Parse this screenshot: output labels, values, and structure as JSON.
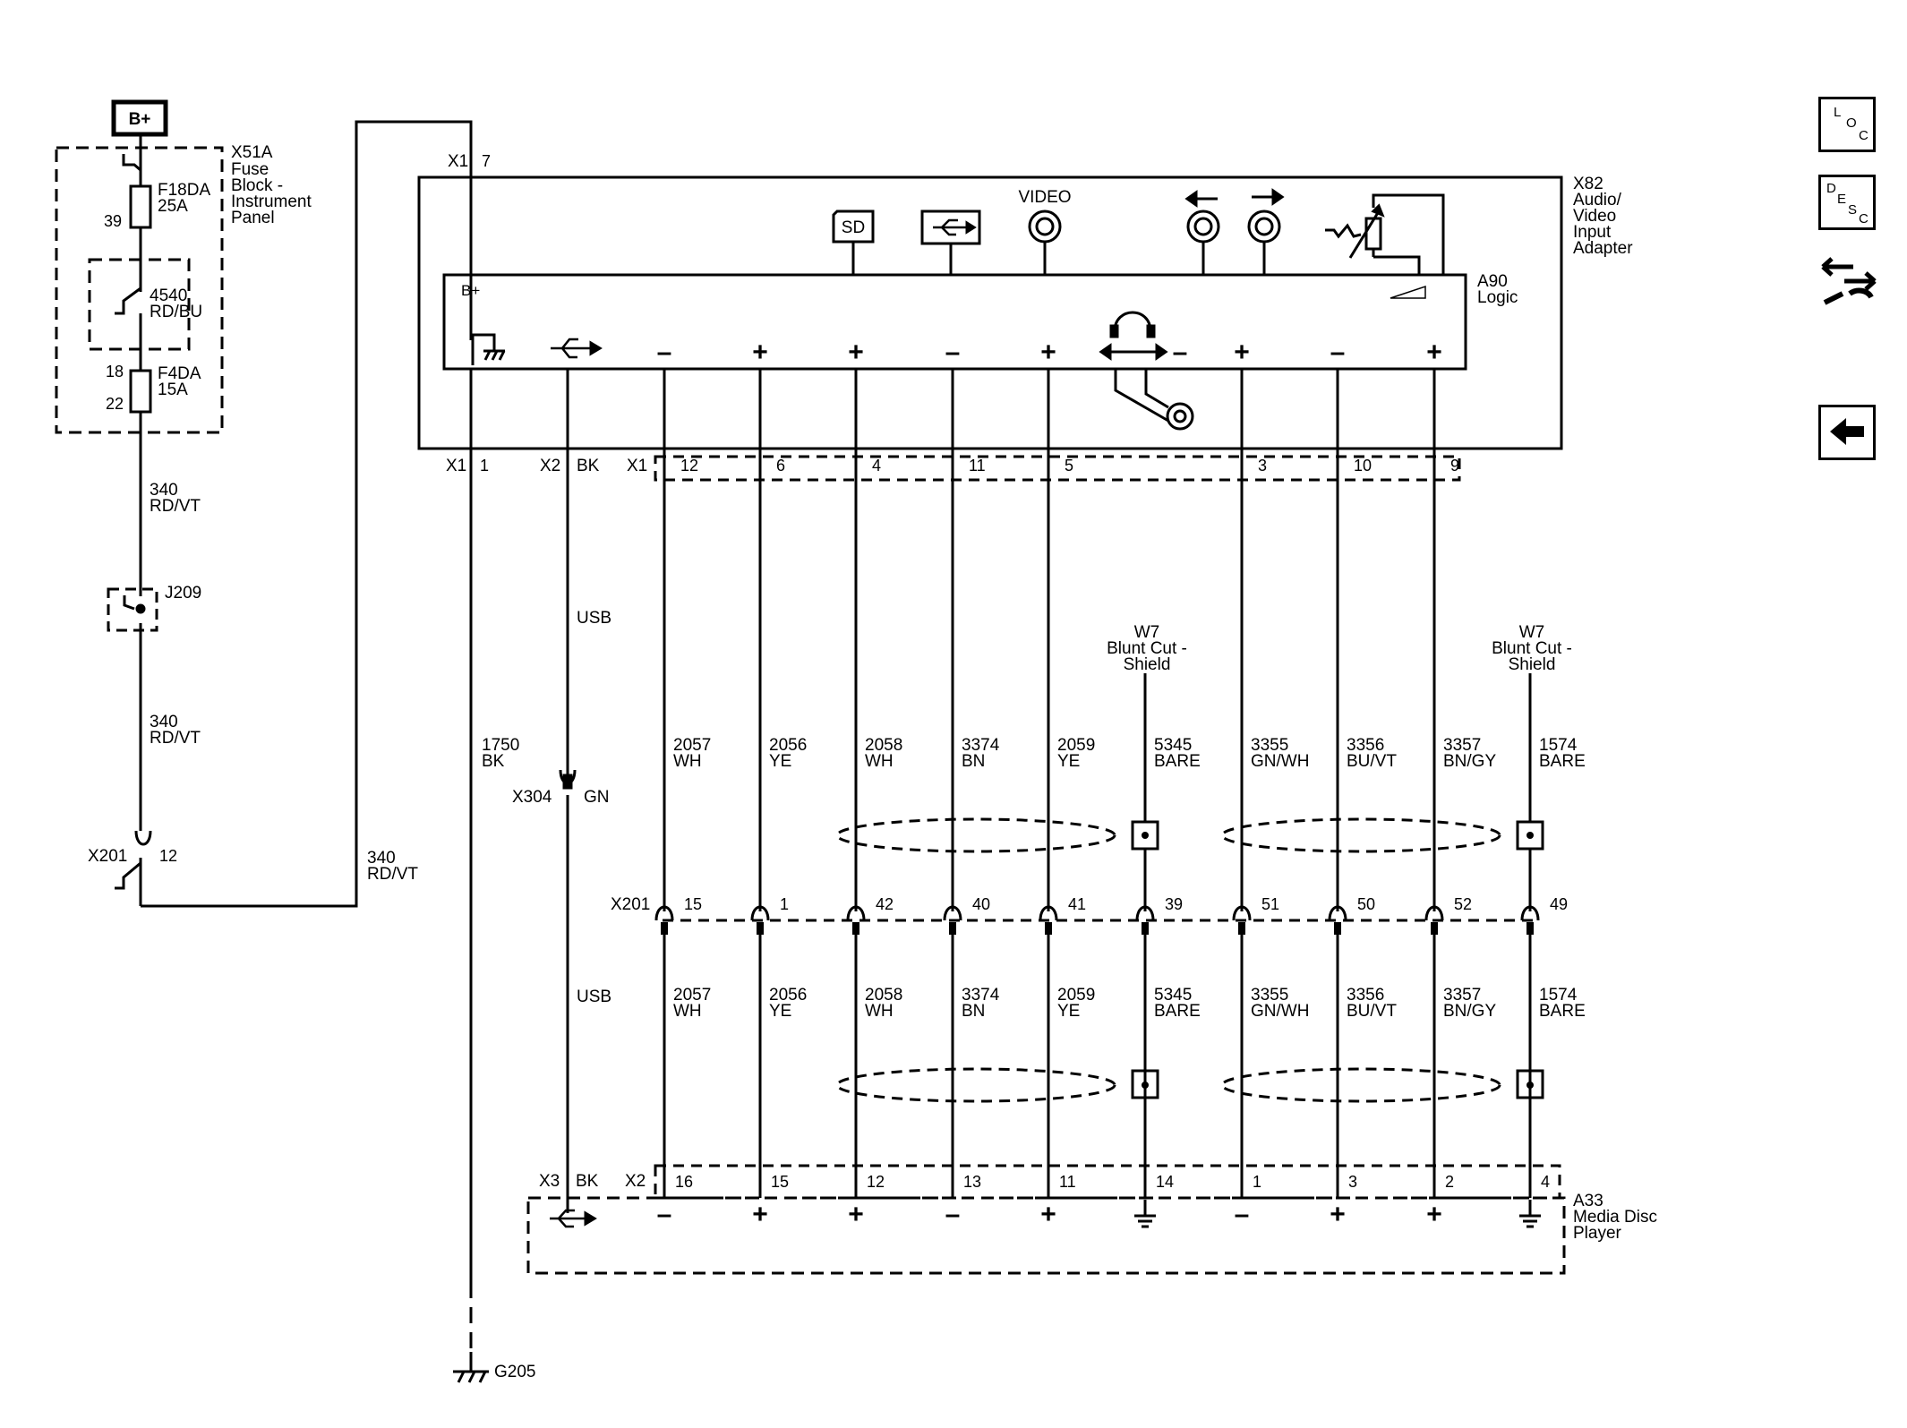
{
  "supply": {
    "b_plus": "B+"
  },
  "fuse_block": {
    "connector": "X51A",
    "name": "Fuse Block - Instrument Panel",
    "name_lines": [
      "Fuse",
      "Block -",
      "Instrument",
      "Panel"
    ]
  },
  "fuses": [
    {
      "id": "F18DA",
      "rating": "25A",
      "pin_top": "",
      "pin_bottom": "39"
    },
    {
      "id": "F4DA",
      "rating": "15A",
      "pin_top": "18",
      "pin_bottom": "22"
    }
  ],
  "wires_left": [
    {
      "circuit": "4540",
      "color": "RD/BU"
    },
    {
      "circuit": "340",
      "color": "RD/VT"
    },
    {
      "circuit": "340",
      "color": "RD/VT"
    },
    {
      "circuit": "340",
      "color": "RD/VT"
    }
  ],
  "splice": "J209",
  "inline_left": {
    "connector": "X201",
    "pin": "12"
  },
  "module_x82": {
    "connector": "X82",
    "name_lines": [
      "Audio/",
      "Video",
      "Input",
      "Adapter"
    ],
    "b_plus_connector": "X1",
    "b_plus_pin": "7"
  },
  "module_a90": {
    "connector": "A90",
    "name": "Logic",
    "b_plus_label": "B+"
  },
  "x82_features": {
    "sd": "SD",
    "video": "VIDEO"
  },
  "x82_bottom_connectors": {
    "x1_ground": "X1",
    "x1_ground_pin": "1",
    "x2": "X2",
    "x2_color": "BK",
    "x1_audio": "X1"
  },
  "signs": [
    "–",
    "+",
    "+",
    "–",
    "+",
    "–",
    "+",
    "–",
    "+"
  ],
  "top_pins": [
    "12",
    "6",
    "4",
    "11",
    "5",
    "3",
    "10",
    "9"
  ],
  "ground_wire": {
    "circuit": "1750",
    "color": "BK"
  },
  "usb_labels": [
    "USB",
    "USB"
  ],
  "x304": {
    "connector": "X304",
    "color": "GN"
  },
  "shields": [
    {
      "ref": "W7",
      "name_lines": [
        "Blunt Cut -",
        "Shield"
      ]
    },
    {
      "ref": "W7",
      "name_lines": [
        "Blunt Cut -",
        "Shield"
      ]
    }
  ],
  "wires": [
    {
      "circuit": "2057",
      "color": "WH"
    },
    {
      "circuit": "2056",
      "color": "YE"
    },
    {
      "circuit": "2058",
      "color": "WH"
    },
    {
      "circuit": "3374",
      "color": "BN"
    },
    {
      "circuit": "2059",
      "color": "YE"
    },
    {
      "circuit": "5345",
      "color": "BARE"
    },
    {
      "circuit": "3355",
      "color": "GN/WH"
    },
    {
      "circuit": "3356",
      "color": "BU/VT"
    },
    {
      "circuit": "3357",
      "color": "BN/GY"
    },
    {
      "circuit": "1574",
      "color": "BARE"
    }
  ],
  "x201_row": {
    "connector": "X201",
    "pins": [
      "15",
      "1",
      "42",
      "40",
      "41",
      "39",
      "51",
      "50",
      "52",
      "49"
    ]
  },
  "a33": {
    "connector": "A33",
    "name_lines": [
      "Media Disc",
      "Player"
    ],
    "x3": "X3",
    "x3_color": "BK",
    "x2": "X2",
    "pins": [
      "16",
      "15",
      "12",
      "13",
      "11",
      "14",
      "1",
      "3",
      "2",
      "4"
    ],
    "signs": [
      "–",
      "+",
      "+",
      "–",
      "+",
      "–",
      "+",
      "+"
    ]
  },
  "ground": "G205",
  "nav": [
    {
      "label": "LOC",
      "letters": [
        "L",
        "O",
        "C"
      ]
    },
    {
      "label": "DESC",
      "letters": [
        "D",
        "E",
        "S",
        "C"
      ]
    }
  ]
}
